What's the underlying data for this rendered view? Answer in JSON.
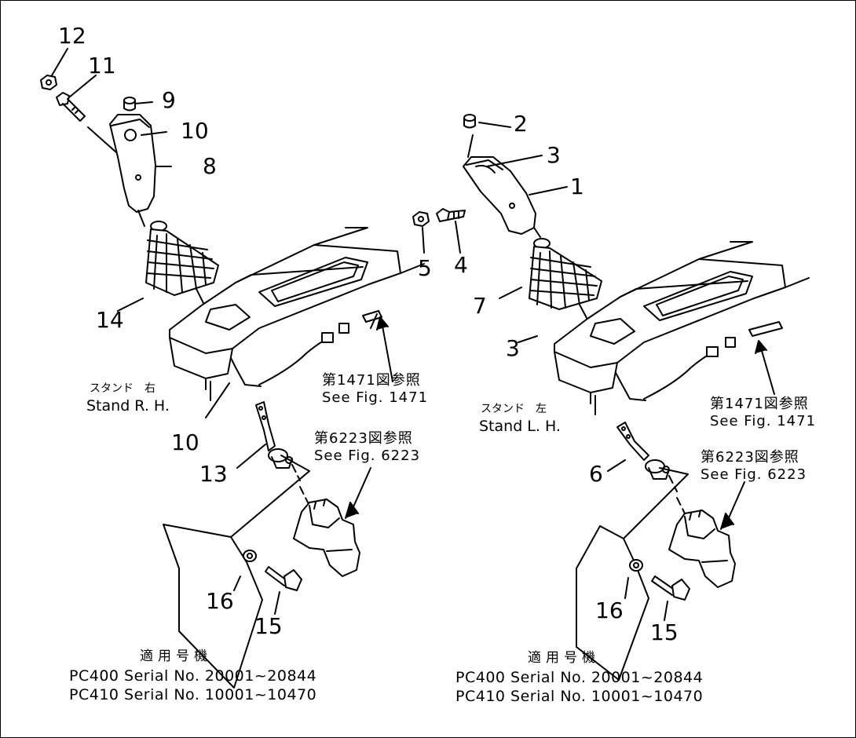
{
  "callouts": {
    "left": {
      "n12": "12",
      "n11": "11",
      "n9": "9",
      "n10a": "10",
      "n8": "8",
      "n14": "14",
      "n10b": "10",
      "n13": "13",
      "n16": "16",
      "n15": "15"
    },
    "right": {
      "n2": "2",
      "n3a": "3",
      "n1": "1",
      "n5": "5",
      "n4": "4",
      "n7": "7",
      "n3b": "3",
      "n6": "6",
      "n16": "16",
      "n15": "15"
    }
  },
  "stand_rh": {
    "jp": "スタンド　右",
    "en": "Stand  R. H."
  },
  "stand_lh": {
    "jp": "スタンド　左",
    "en": "Stand  L. H."
  },
  "ref_1471_left": {
    "jp": "第1471図参照",
    "en": "See  Fig.  1471"
  },
  "ref_6223_left": {
    "jp": "第6223図参照",
    "en": "See  Fig.  6223"
  },
  "ref_1471_right": {
    "jp": "第1471図参照",
    "en": "See  Fig.  1471"
  },
  "ref_6223_right": {
    "jp": "第6223図参照",
    "en": "See  Fig.  6223"
  },
  "serials_left": {
    "heading": "適用号機",
    "line1": "PC400  Serial  No.  20001~20844",
    "line2": "PC410  Serial  No.  10001~10470"
  },
  "serials_right": {
    "heading": "適用号機",
    "line1": "PC400  Serial  No.  20001~20844",
    "line2": "PC410  Serial  No.  10001~10470"
  }
}
